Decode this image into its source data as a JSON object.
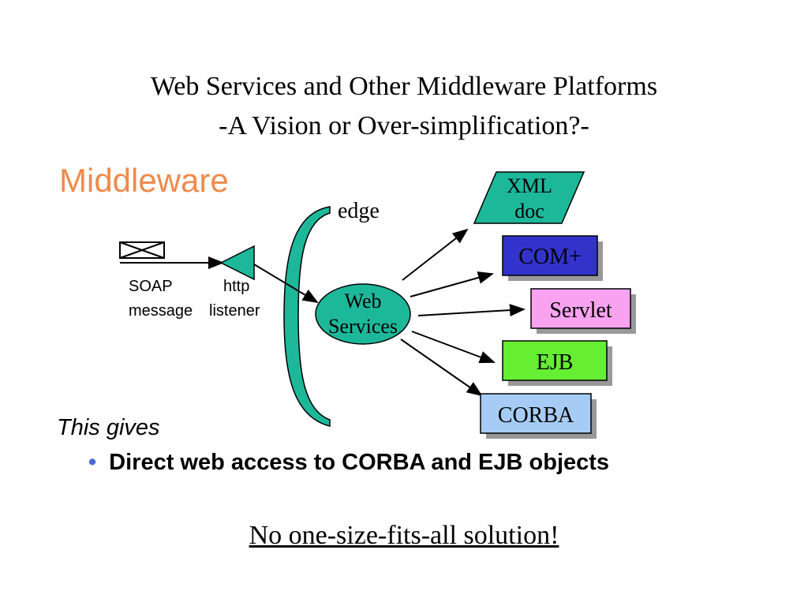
{
  "slide": {
    "title_line1": "Web Services and Other Middleware Platforms",
    "title_line2": "-A Vision or Over-simplification?-",
    "heading": "Middleware",
    "this_gives": "This gives",
    "bullet": "Direct web access to CORBA and EJB objects",
    "footer": "No one-size-fits-all solution!"
  },
  "diagram": {
    "soap_label_1": "SOAP",
    "soap_label_2": "message",
    "http_label_1": "http",
    "http_label_2": "listener",
    "edge_label": "edge",
    "web_services_1": "Web",
    "web_services_2": "Services",
    "xml_1": "XML",
    "xml_2": "doc",
    "com": "COM+",
    "servlet": "Servlet",
    "ejb": "EJB",
    "corba": "CORBA",
    "colors": {
      "teal": "#1db89a",
      "com": "#3333cc",
      "servlet": "#f9a3f0",
      "ejb": "#66ee33",
      "corba": "#a6ccf5",
      "heading": "#f08a4b"
    }
  }
}
